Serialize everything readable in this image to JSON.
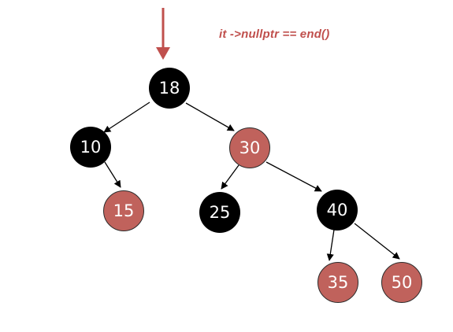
{
  "caption": "it ->nullptr == end()",
  "colors": {
    "black_node": "#000000",
    "red_node": "#c0625c",
    "arrow": "#c0504d",
    "edge": "#000000"
  },
  "tree": {
    "nodes": {
      "n18": {
        "label": "18",
        "color": "black"
      },
      "n10": {
        "label": "10",
        "color": "black"
      },
      "n30": {
        "label": "30",
        "color": "red"
      },
      "n15": {
        "label": "15",
        "color": "red"
      },
      "n25": {
        "label": "25",
        "color": "black"
      },
      "n40": {
        "label": "40",
        "color": "black"
      },
      "n35": {
        "label": "35",
        "color": "red"
      },
      "n50": {
        "label": "50",
        "color": "red"
      }
    },
    "edges": [
      {
        "from": "18",
        "to": "10"
      },
      {
        "from": "18",
        "to": "30"
      },
      {
        "from": "10",
        "to": "15"
      },
      {
        "from": "30",
        "to": "25"
      },
      {
        "from": "30",
        "to": "40"
      },
      {
        "from": "40",
        "to": "35"
      },
      {
        "from": "40",
        "to": "50"
      }
    ]
  }
}
